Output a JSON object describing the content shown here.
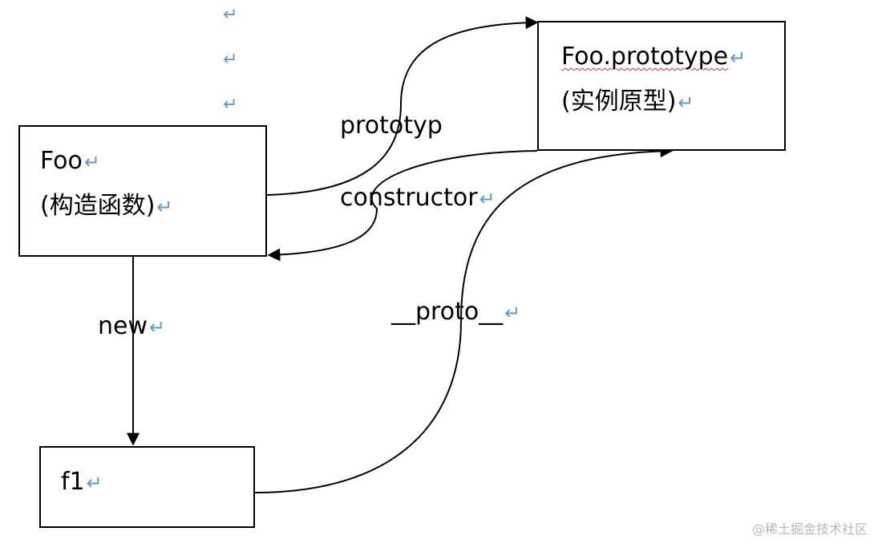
{
  "nodes": {
    "foo": {
      "line1": "Foo",
      "line2": "(构造函数)"
    },
    "prototype": {
      "line1": "Foo.prototype",
      "line2": "(实例原型)"
    },
    "f1": {
      "line1": "f1"
    }
  },
  "edges": {
    "prototype_label": "prototyp",
    "constructor_label": "constructor",
    "new_label": "new",
    "proto_label": "__proto__"
  },
  "marks": {
    "return_symbol": "↵"
  },
  "watermark": "@稀土掘金技术社区"
}
